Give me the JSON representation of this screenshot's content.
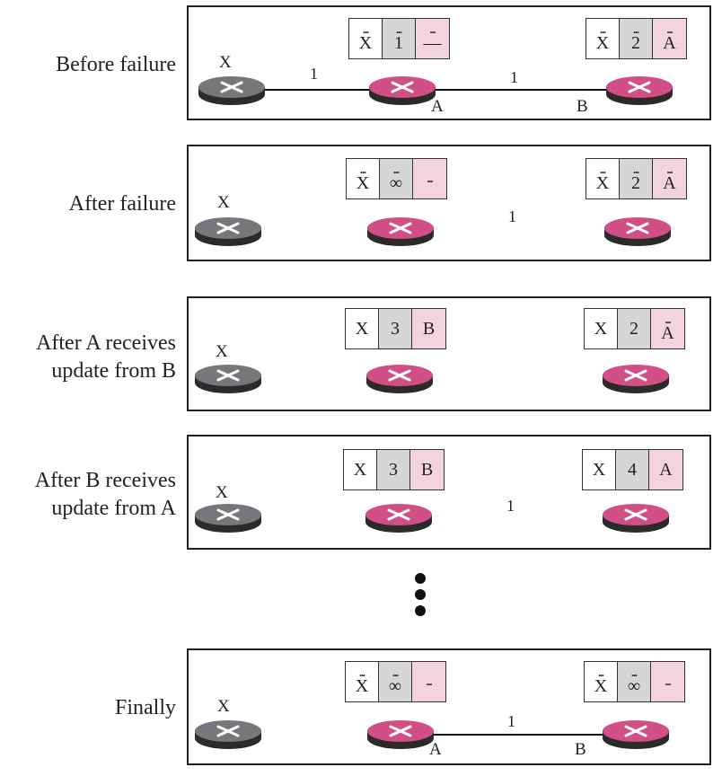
{
  "colors": {
    "gray_router": "#77777b",
    "pink_router": "#d24f86",
    "cost_column": "#d6d6d6",
    "next_hop_column": "#f3d3df"
  },
  "stages": [
    {
      "label": "Before failure",
      "x_label": "X",
      "table_a": {
        "dots": [
          "...",
          "...",
          "..."
        ],
        "dest": "X",
        "cost": "1",
        "next": "—"
      },
      "table_b": {
        "dots": [
          "...",
          "...",
          "..."
        ],
        "dest": "X",
        "cost": "2",
        "next": "A"
      },
      "link_xa_cost": "1",
      "link_ab_cost": "1",
      "a_label": "A",
      "b_label": "B"
    },
    {
      "label": "After failure",
      "x_label": "X",
      "table_a": {
        "dots": [
          "...",
          "...",
          "..."
        ],
        "dest": "X",
        "cost": "∞",
        "next": ""
      },
      "table_b": {
        "dots": [
          "...",
          "...",
          "..."
        ],
        "dest": "X",
        "cost": "2",
        "next": "A"
      },
      "link_ab_cost": "1"
    },
    {
      "label_lines": [
        "After A receives",
        "update from B"
      ],
      "x_label": "X",
      "table_a": {
        "dest": "X",
        "cost": "3",
        "next": "B"
      },
      "table_b": {
        "dots": [
          "",
          "",
          "..."
        ],
        "dest": "X",
        "cost": "2",
        "next": "A"
      }
    },
    {
      "label_lines": [
        "After B receives",
        "update from A"
      ],
      "x_label": "X",
      "table_a": {
        "dest": "X",
        "cost": "3",
        "next": "B"
      },
      "table_b": {
        "dest": "X",
        "cost": "4",
        "next": "A"
      },
      "link_ab_cost": "1"
    },
    {
      "label": "Finally",
      "x_label": "X",
      "table_a": {
        "dots": [
          "...",
          "...",
          "..."
        ],
        "dest": "X",
        "cost": "∞",
        "next": ""
      },
      "table_b": {
        "dots": [
          "...",
          "...",
          "..."
        ],
        "dest": "X",
        "cost": "∞",
        "next": ""
      },
      "link_ab_cost": "1",
      "a_label": "A",
      "b_label": "B"
    }
  ]
}
